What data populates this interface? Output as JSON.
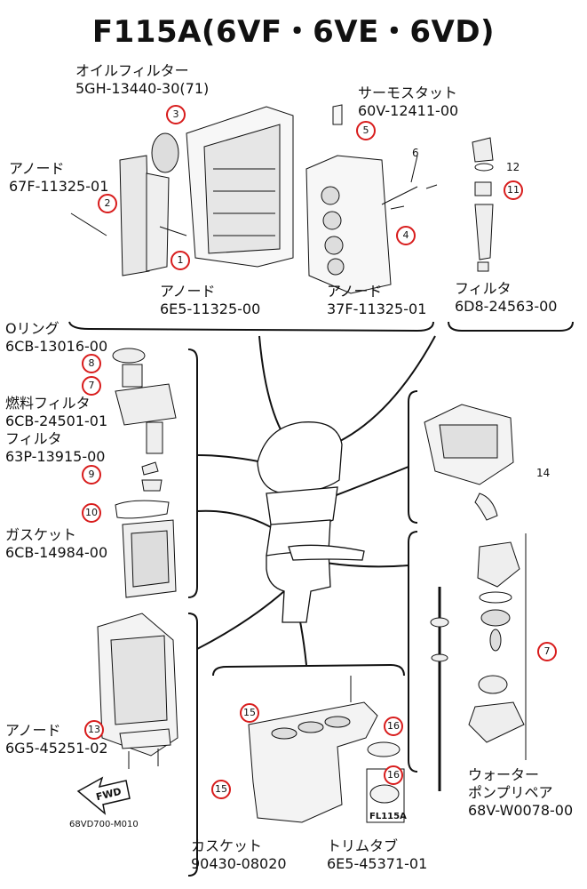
{
  "title": "F115A(6VF・6VE・6VD)",
  "labels": {
    "oil_filter_name": "オイルフィルター",
    "oil_filter_part": "5GH-13440-30(71)",
    "thermostat_name": "サーモスタット",
    "thermostat_part": "60V-12411-00",
    "anode1_name": "アノード",
    "anode1_part": "67F-11325-01",
    "anode2_name": "アノード",
    "anode2_part": "6E5-11325-00",
    "anode3_name": "アノード",
    "anode3_part": "37F-11325-01",
    "filter1_name": "フィルタ",
    "filter1_part": "6D8-24563-00",
    "oring_name": "Oリング",
    "oring_part": "6CB-13016-00",
    "fuel_filter_name": "燃料フィルタ",
    "fuel_filter_part": "6CB-24501-01",
    "filter2_name": "フィルタ",
    "filter2_part": "63P-13915-00",
    "gasket1_name": "ガスケット",
    "gasket1_part": "6CB-14984-00",
    "anode4_name": "アノード",
    "anode4_part": "6G5-45251-02",
    "water_pump_name1": "ウォーター",
    "water_pump_name2": "ポンプリペア",
    "water_pump_part": "68V-W0078-00",
    "gasket2_name": "カスケット",
    "gasket2_part": "90430-08020",
    "trim_tab_name": "トリムタブ",
    "trim_tab_part": "6E5-45371-01",
    "fwd": "FWD",
    "fl115a": "FL115A",
    "figure_code": "68VD700-M010"
  },
  "callouts": [
    "1",
    "2",
    "3",
    "4",
    "5",
    "6",
    "7",
    "8",
    "9",
    "10",
    "11",
    "12",
    "13",
    "14",
    "15",
    "16"
  ],
  "colors": {
    "marker_ring": "#d81c1c",
    "line": "#111111"
  }
}
